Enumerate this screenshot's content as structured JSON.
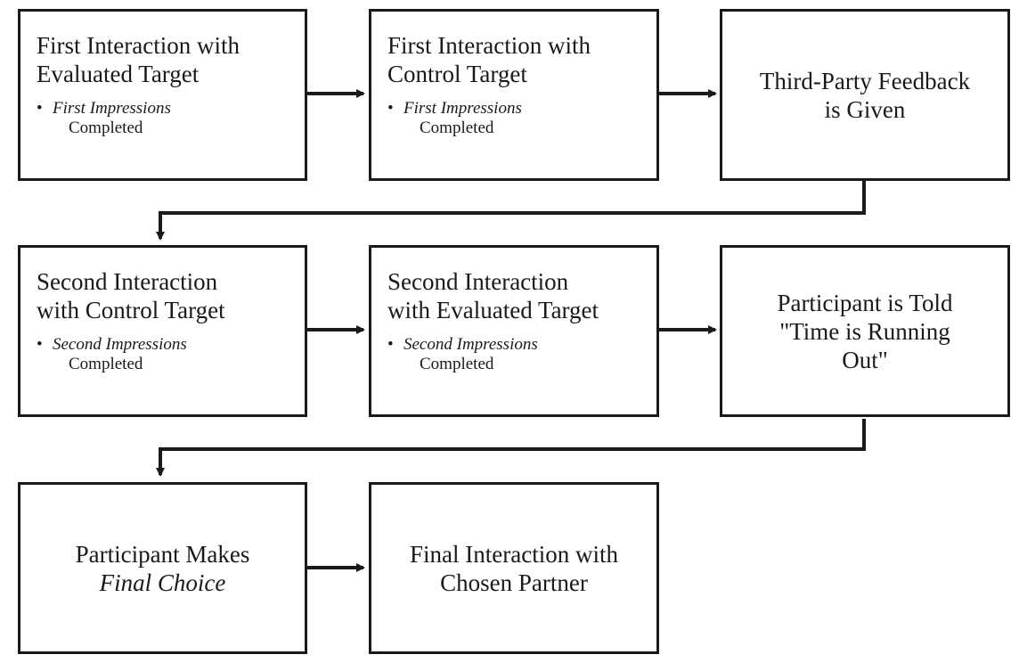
{
  "steps": [
    {
      "id": "s1",
      "title_lines": [
        "First Interaction with",
        "Evaluated Target"
      ],
      "bullet_italic": "First Impressions",
      "bullet_plain": "Completed"
    },
    {
      "id": "s2",
      "title_lines": [
        "First Interaction with",
        "Control Target"
      ],
      "bullet_italic": "First Impressions",
      "bullet_plain": "Completed"
    },
    {
      "id": "s3",
      "title_lines": [
        "Third-Party Feedback",
        "is Given"
      ]
    },
    {
      "id": "s4",
      "title_lines": [
        "Second Interaction",
        "with Control Target"
      ],
      "bullet_italic": "Second Impressions",
      "bullet_plain": "Completed"
    },
    {
      "id": "s5",
      "title_lines": [
        "Second Interaction",
        "with Evaluated Target"
      ],
      "bullet_italic": "Second Impressions",
      "bullet_plain": "Completed"
    },
    {
      "id": "s6",
      "title_lines": [
        "Participant is Told",
        "\"Time is Running",
        "Out\""
      ]
    },
    {
      "id": "s7",
      "title_lines": [
        "Participant Makes"
      ],
      "title_italic": "Final Choice"
    },
    {
      "id": "s8",
      "title_lines": [
        "Final Interaction with",
        "Chosen Partner"
      ]
    }
  ],
  "bullet_symbol": "•",
  "colors": {
    "stroke": "#1a1a1a",
    "background": "#ffffff"
  }
}
